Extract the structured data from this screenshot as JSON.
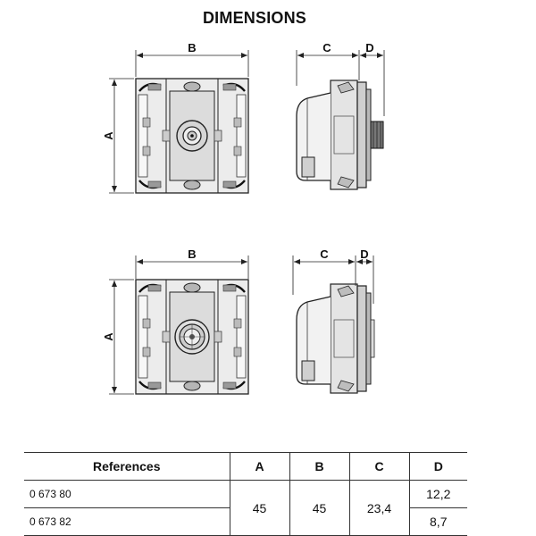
{
  "title": "DIMENSIONS",
  "dimension_labels": {
    "a": "A",
    "b": "B",
    "c": "C",
    "d": "D"
  },
  "table": {
    "headers": [
      "References",
      "A",
      "B",
      "C",
      "D"
    ],
    "rows": [
      {
        "ref": "0 673 80",
        "d": "12,2"
      },
      {
        "ref": "0 673 82",
        "d": "8,7"
      }
    ],
    "shared": {
      "a": "45",
      "b": "45",
      "c": "23,4"
    }
  }
}
